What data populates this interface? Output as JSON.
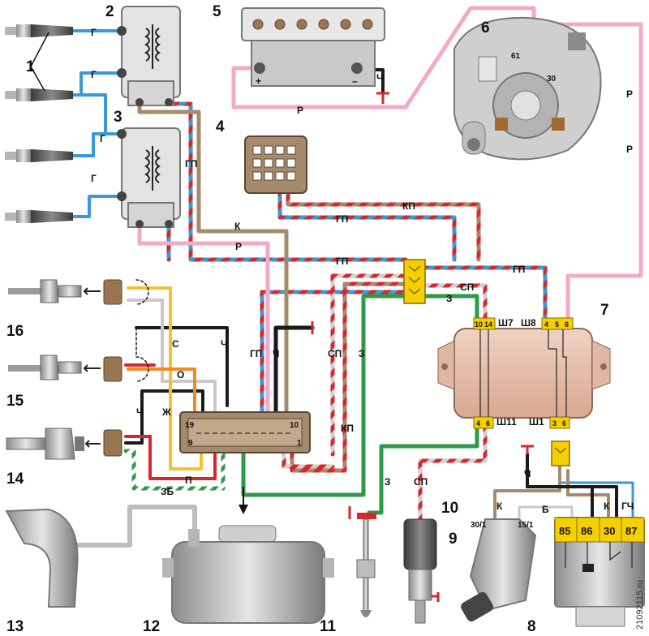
{
  "colors": {
    "blue": "#3a9ad9",
    "red": "#d7262c",
    "pink": "#f3a9c8",
    "brown": "#a58a6c",
    "gray": "#c9c9c9",
    "green": "#2e9a48",
    "black": "#1a1a1a",
    "yellow": "#f1c232",
    "orange": "#f08c1e",
    "connector_yellow": "#f5d000",
    "unit_body": "#e8c4b0"
  },
  "components": {
    "c1": "1",
    "c2": "2",
    "c3": "3",
    "c4": "4",
    "c5": "5",
    "c6": "6",
    "c7": "7",
    "c8": "8",
    "c9": "9",
    "c10": "10",
    "c11": "11",
    "c12": "12",
    "c13": "13",
    "c14": "14",
    "c15": "15",
    "c16": "16"
  },
  "wire_labels": {
    "g": "Г",
    "gp": "ГП",
    "r": "Р",
    "k": "К",
    "kp": "КП",
    "ch": "Ч",
    "sp": "СП",
    "z": "З",
    "s": "С",
    "o": "О",
    "zh": "Ж",
    "p": "П",
    "zb": "ЗБ",
    "b": "Б",
    "gch": "ГЧ"
  },
  "pins": {
    "alt_61": "61",
    "alt_30": "30",
    "bat_plus": "+",
    "bat_minus": "–",
    "conn_19": "19",
    "conn_10": "10",
    "conn_9": "9",
    "conn_1": "1",
    "sh7_10": "10",
    "sh7_14": "14",
    "sh7_label": "Ш7",
    "sh8_label": "Ш8",
    "sh8_4": "4",
    "sh8_5": "5",
    "sh8_6": "6",
    "sh11_label": "Ш11",
    "sh11_4": "4",
    "sh11_6": "6",
    "sh1_label": "Ш1",
    "sh1_3": "3",
    "sh1_6": "6",
    "sw_30_1": "30/1",
    "sw_15_1": "15/1"
  },
  "relay": {
    "t85": "85",
    "t86": "86",
    "t30": "30",
    "t87": "87"
  },
  "watermark": "21092115.ru"
}
